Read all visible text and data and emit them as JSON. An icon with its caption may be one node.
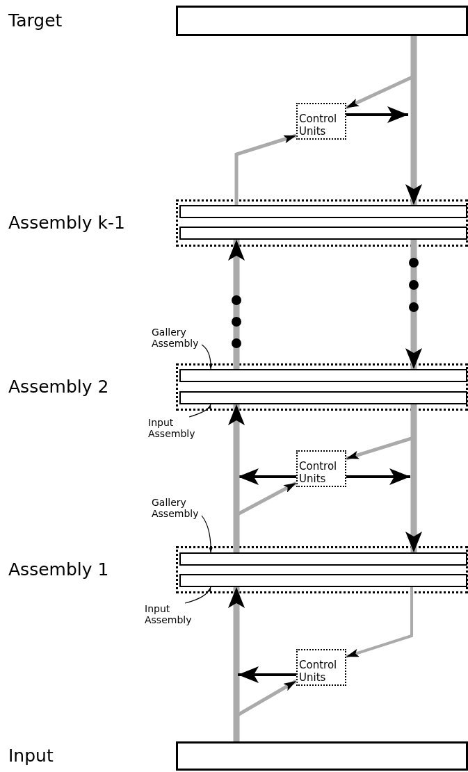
{
  "diagram": {
    "nodes": [
      {
        "text": [],
        "shape": "box"
      },
      {
        "text": [
          "Control Units"
        ]
      },
      {
        "text": [
          "Assembly k-1"
        ]
      },
      {
        "text": [],
        "shape": "bar",
        "in": 2
      },
      {
        "text": [],
        "shape": "bar",
        "in": 2
      },
      {
        "text": [
          "Gallery Assembly"
        ]
      },
      {
        "text": [
          "Assembly 2"
        ]
      },
      {
        "text": [],
        "shape": "bar",
        "in": 6
      },
      {
        "text": [],
        "shape": "bar",
        "in": 6
      },
      {
        "text": [
          "Input Assembly"
        ]
      },
      {
        "text": [
          "Control Units"
        ]
      },
      {
        "text": [
          "Gallery Assembly"
        ]
      },
      {
        "text": [
          "Assembly 1"
        ]
      },
      {
        "text": [],
        "shape": "bar",
        "in": 12
      },
      {
        "text": [],
        "shape": "bar",
        "in": 12
      },
      {
        "text": [
          "Input Assembly"
        ]
      },
      {
        "text": [
          "Control Units"
        ]
      },
      {
        "text": [],
        "shape": "box"
      }
    ],
    "edges": [
      {
        "from": 0,
        "to": 3,
        "arrow": "to",
        "style": "thick"
      },
      {
        "from": 0,
        "to": 1,
        "arrow": "to"
      },
      {
        "from": 1,
        "to": null,
        "arrow": "to",
        "color": "#000000"
      },
      {
        "from": 3,
        "to": 1,
        "arrow": "to"
      },
      {
        "from": 4,
        "to": 7,
        "arrow": "to",
        "style": "thick"
      },
      {
        "from": 7,
        "to": 4,
        "arrow": "to",
        "style": "thick"
      },
      {
        "from": 8,
        "to": 13,
        "arrow": "to",
        "style": "thick"
      },
      {
        "from": 8,
        "to": 10,
        "arrow": "to"
      },
      {
        "from": 10,
        "to": null,
        "arrow": "to",
        "color": "#000000"
      },
      {
        "from": 10,
        "to": null,
        "arrow": "to",
        "color": "#000000"
      },
      {
        "from": 13,
        "to": 8,
        "arrow": "to",
        "style": "thick"
      },
      {
        "from": 13,
        "to": 10,
        "arrow": "to"
      },
      {
        "from": 14,
        "to": 16,
        "arrow": "to"
      },
      {
        "from": 17,
        "to": 14,
        "arrow": "to",
        "style": "thick"
      },
      {
        "from": 17,
        "to": 16,
        "arrow": "to"
      },
      {
        "from": 16,
        "to": null,
        "arrow": "to",
        "color": "#000000"
      },
      {
        "from": 5,
        "to": 7,
        "arrow": "to",
        "color": "#000000"
      },
      {
        "from": 9,
        "to": 8,
        "arrow": "to",
        "color": "#000000"
      },
      {
        "from": 11,
        "to": 13,
        "arrow": "to",
        "color": "#000000"
      },
      {
        "from": 15,
        "to": 14,
        "arrow": "to",
        "color": "#000000"
      }
    ],
    "labels": [
      "Target",
      "Input"
    ]
  }
}
